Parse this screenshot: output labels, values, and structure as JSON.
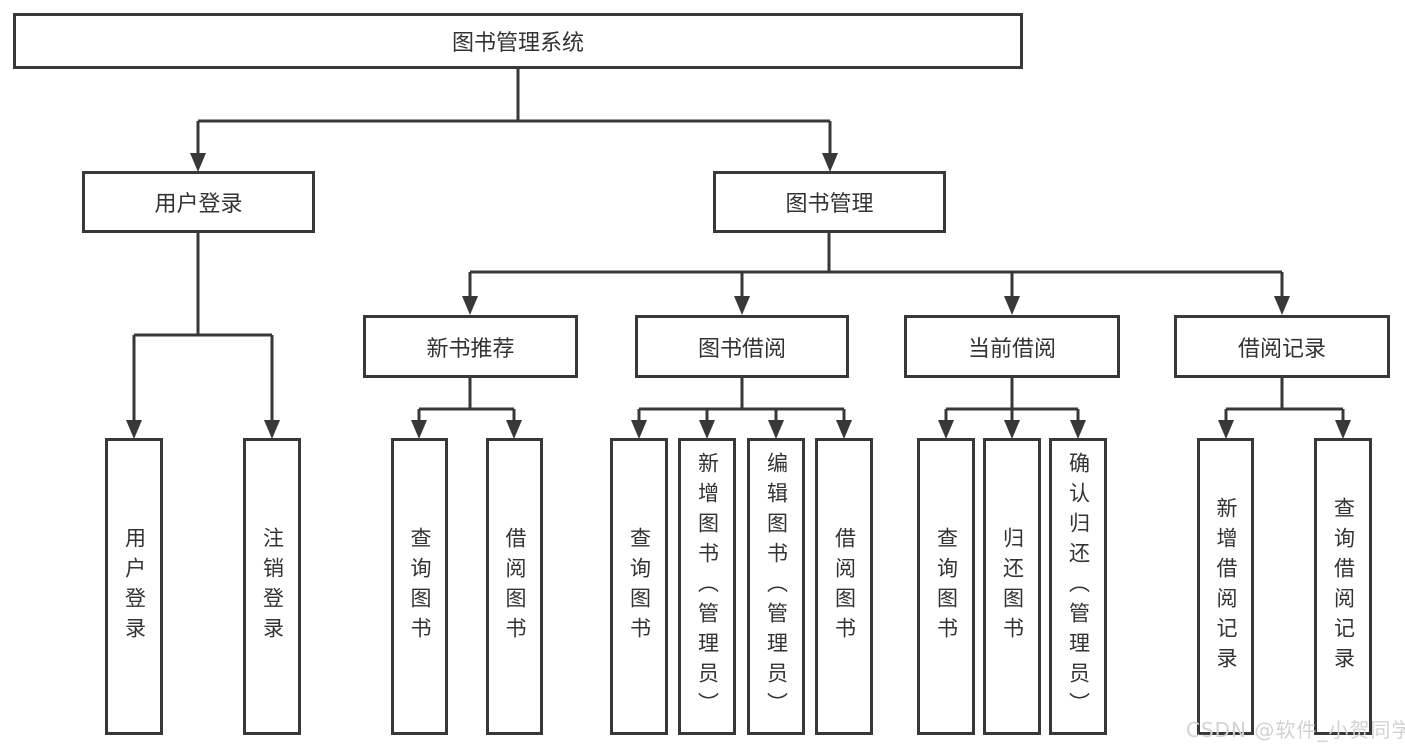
{
  "tree": {
    "label": "图书管理系统",
    "children": [
      {
        "label": "用户登录",
        "children": [
          {
            "label": "用户登录"
          },
          {
            "label": "注销登录"
          }
        ]
      },
      {
        "label": "图书管理",
        "children": [
          {
            "label": "新书推荐",
            "children": [
              {
                "label": "查询图书"
              },
              {
                "label": "借阅图书"
              }
            ]
          },
          {
            "label": "图书借阅",
            "children": [
              {
                "label": "查询图书"
              },
              {
                "label": "新增图书（管理员）"
              },
              {
                "label": "编辑图书（管理员）"
              },
              {
                "label": "借阅图书"
              }
            ]
          },
          {
            "label": "当前借阅",
            "children": [
              {
                "label": "查询图书"
              },
              {
                "label": "归还图书"
              },
              {
                "label": "确认归还（管理员）"
              }
            ]
          },
          {
            "label": "借阅记录",
            "children": [
              {
                "label": "新增借阅记录"
              },
              {
                "label": "查询借阅记录"
              }
            ]
          }
        ]
      }
    ]
  },
  "watermark": {
    "text": "CSDN @软件_小贺同学"
  },
  "colors": {
    "line": "#383838",
    "box_background": "#ffffff",
    "text": "#333333",
    "watermark": "#d2d2d2"
  }
}
